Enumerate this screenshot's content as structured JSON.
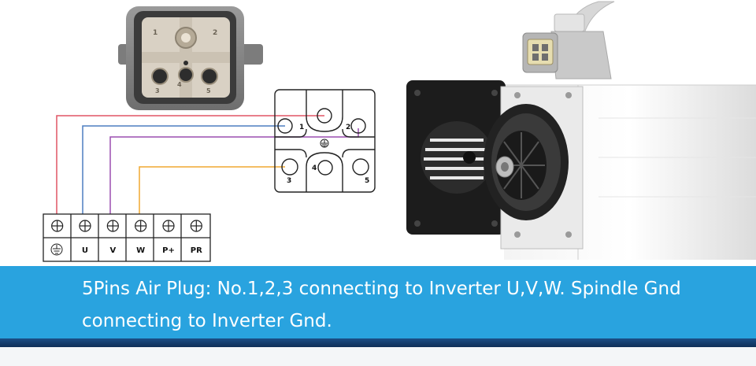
{
  "plug_pins": {
    "pin1": "1",
    "pin2": "2",
    "pin3": "3",
    "pin4": "4",
    "pin5": "5"
  },
  "terminal_block": {
    "labels": [
      "",
      "U",
      "V",
      "W",
      "P+",
      "PR"
    ]
  },
  "wire_colors": {
    "ground": "#e05565",
    "u": "#4d7fc0",
    "v": "#9b4fb0",
    "w": "#f0a830"
  },
  "banner": {
    "text": "5Pins Air Plug: No.1,2,3 connecting to Inverter U,V,W. Spindle Gnd connecting to Inverter Gnd.",
    "color": "#29a3df"
  }
}
